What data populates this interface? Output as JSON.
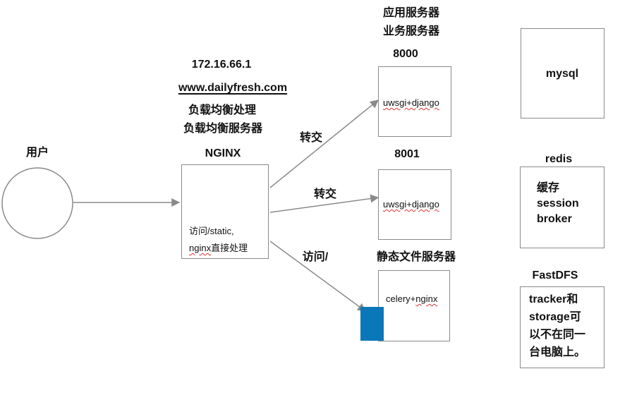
{
  "user": {
    "label": "用户"
  },
  "lb": {
    "ip": "172.16.66.1",
    "domain": "www.dailyfresh.com",
    "role1": "负载均衡处理",
    "role2": "负载均衡服务器",
    "name": "NGINX",
    "note_line1": "访问/static,",
    "note_line2_prefix": "nginx",
    "note_line2_suffix": "直接处理"
  },
  "edges": {
    "forward1": "转交",
    "forward2": "转交",
    "access": "访问/"
  },
  "app": {
    "title1": "应用服务器",
    "title2": "业务服务器",
    "port1": "8000",
    "port2": "8001",
    "stack": "uwsgi+django"
  },
  "static_server": {
    "title": "静态文件服务器",
    "stack_prefix": "celery+",
    "stack_suffix": "nginx"
  },
  "mysql": {
    "label": "mysql"
  },
  "redis": {
    "title": "redis",
    "line1": "缓存",
    "line2": "session",
    "line3": "broker"
  },
  "fastdfs": {
    "title": "FastDFS",
    "line1": "tracker和",
    "line2": "storage可",
    "line3": "以不在同一",
    "line4": "台电脑上。"
  },
  "colors": {
    "accent_block": "#0a78b8",
    "arrow": "#8a8a8a",
    "border": "#8a8a8a"
  }
}
